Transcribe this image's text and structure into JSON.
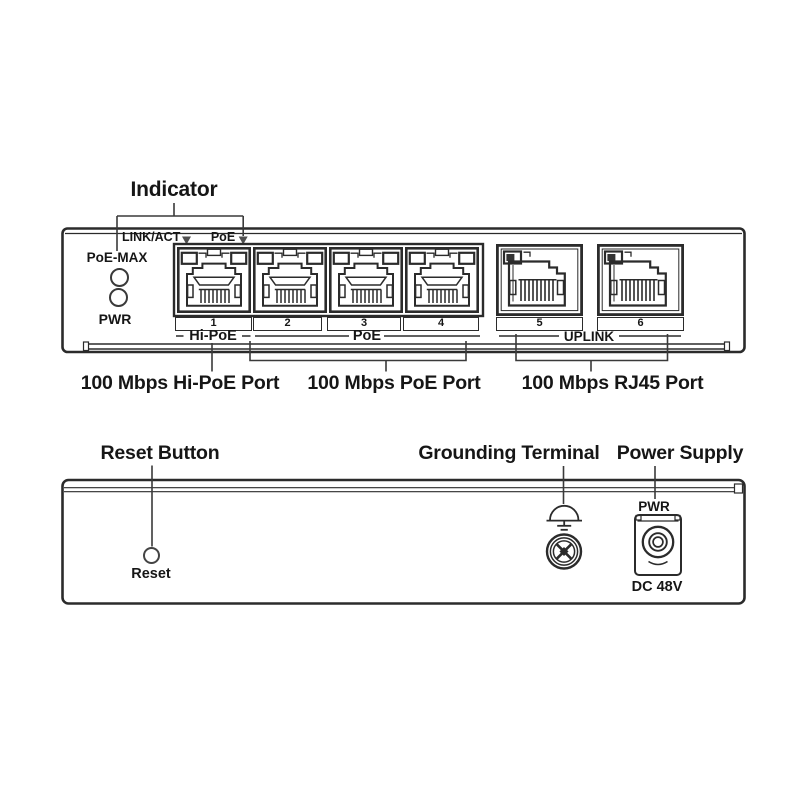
{
  "diagram": {
    "title": "Indicator",
    "front": {
      "link_act_label": "LINK/ACT",
      "poe_arrow_label": "PoE",
      "poe_max_label": "PoE-MAX",
      "pwr_label": "PWR",
      "port_numbers": [
        "1",
        "2",
        "3",
        "4",
        "5",
        "6"
      ],
      "group_hi_poe": "Hi-PoE",
      "group_poe": "PoE",
      "group_uplink": "UPLINK"
    },
    "captions": {
      "hi_poe": "100 Mbps Hi-PoE Port",
      "poe": "100 Mbps PoE Port",
      "rj45": "100 Mbps RJ45 Port"
    },
    "rear": {
      "reset_button_label": "Reset Button",
      "grounding_terminal_label": "Grounding Terminal",
      "power_supply_label": "Power Supply",
      "reset_label": "Reset",
      "pwr_label": "PWR",
      "dc_label": "DC 48V"
    },
    "colors": {
      "line": "#2b2b2b",
      "bracket": "#3a3a3a",
      "arrow": "#4f4f4f",
      "text": "#161616",
      "background": "#ffffff"
    }
  }
}
